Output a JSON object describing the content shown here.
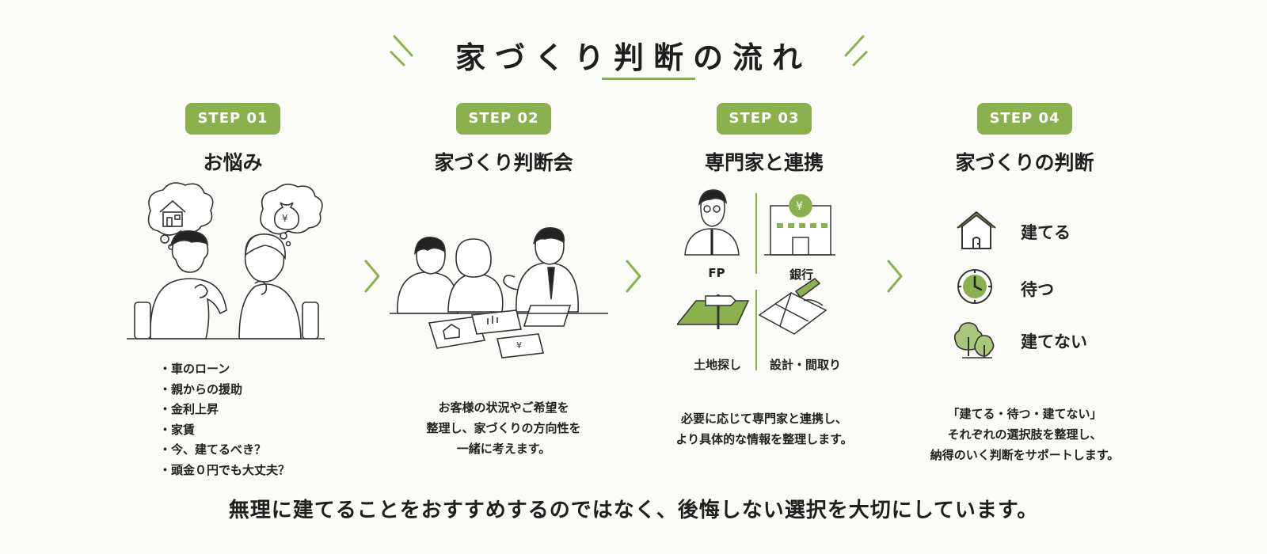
{
  "title": "家づくり判断の流れ",
  "colors": {
    "accent": "#8bb04e",
    "text": "#222222",
    "background": "#fafaf7"
  },
  "steps": [
    {
      "badge": "STEP 01",
      "title": "お悩み"
    },
    {
      "badge": "STEP 02",
      "title": "家づくり判断会"
    },
    {
      "badge": "STEP 03",
      "title": "専門家と連携"
    },
    {
      "badge": "STEP 04",
      "title": "家づくりの判断"
    }
  ],
  "worries": [
    "・車のローン",
    "・親からの援助",
    "・金利上昇",
    "・家賃",
    "・今、建てるべき？",
    "・頭金０円でも大丈夫？"
  ],
  "step2_desc": [
    "お客様の状況やご希望を",
    "整理し、家づくりの方向性を",
    "一緒に考えます。"
  ],
  "experts": {
    "fp": "FP",
    "bank": "銀行",
    "land": "土地探し",
    "design": "設計・間取り"
  },
  "step3_desc": [
    "必要に応じて専門家と連携し、",
    "より具体的な情報を整理します。"
  ],
  "options": [
    {
      "label": "建てる",
      "icon": "house-icon"
    },
    {
      "label": "待つ",
      "icon": "clock-icon"
    },
    {
      "label": "建てない",
      "icon": "tree-icon"
    }
  ],
  "step4_desc": [
    "「建てる・待つ・建てない」",
    "それぞれの選択肢を整理し、",
    "納得のいく判断をサポートします。"
  ],
  "footer": "無理に建てることをおすすめするのではなく、後悔しない選択を大切にしています。"
}
